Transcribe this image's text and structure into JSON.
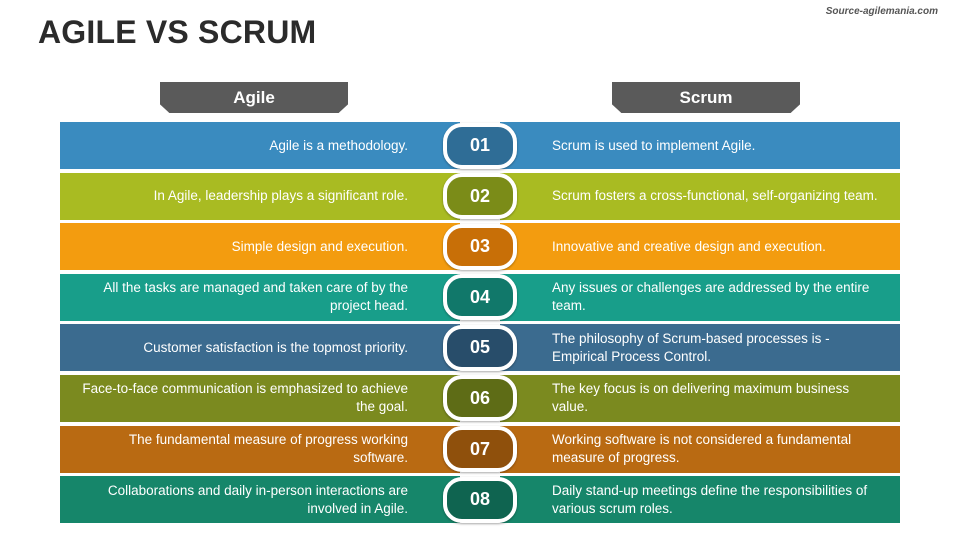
{
  "source": "Source-agilemania.com",
  "title": "AGILE VS SCRUM",
  "headers": {
    "agile": "Agile",
    "scrum": "Scrum"
  },
  "colors": {
    "row1": "#3a8bbf",
    "row1_badge": "#2f6d96",
    "row2": "#a9bb22",
    "row2_badge": "#7b8c18",
    "row3": "#f39c0f",
    "row3_badge": "#c86f07",
    "row4": "#189e8a",
    "row4_badge": "#11786a",
    "row5": "#3b6b8f",
    "row5_badge": "#284d6a",
    "row6": "#7b8a1f",
    "row6_badge": "#5e6c16",
    "row7": "#b96a12",
    "row7_badge": "#8f500c",
    "row8": "#16866a",
    "row8_badge": "#0f6450",
    "header": "#5a5a5a"
  },
  "rows": [
    {
      "num": "01",
      "agile": "Agile is a methodology.",
      "scrum": "Scrum is used to implement Agile."
    },
    {
      "num": "02",
      "agile": "In Agile, leadership plays a significant role.",
      "scrum": "Scrum fosters a cross-functional, self-organizing team."
    },
    {
      "num": "03",
      "agile": "Simple design and execution.",
      "scrum": "Innovative and creative design and execution."
    },
    {
      "num": "04",
      "agile": "All the tasks are managed and taken care of by the project head.",
      "scrum": "Any issues or challenges are addressed by the entire team."
    },
    {
      "num": "05",
      "agile": "Customer satisfaction is the topmost priority.",
      "scrum": "The philosophy of Scrum-based processes is - Empirical Process Control."
    },
    {
      "num": "06",
      "agile": "Face-to-face communication is emphasized to achieve the goal.",
      "scrum": "The key focus is on delivering maximum business value."
    },
    {
      "num": "07",
      "agile": "The fundamental measure of progress working software.",
      "scrum": "Working software is not considered a fundamental measure of progress."
    },
    {
      "num": "08",
      "agile": "Collaborations and daily in-person interactions are involved in Agile.",
      "scrum": "Daily stand-up meetings define the responsibilities of various scrum roles."
    }
  ]
}
